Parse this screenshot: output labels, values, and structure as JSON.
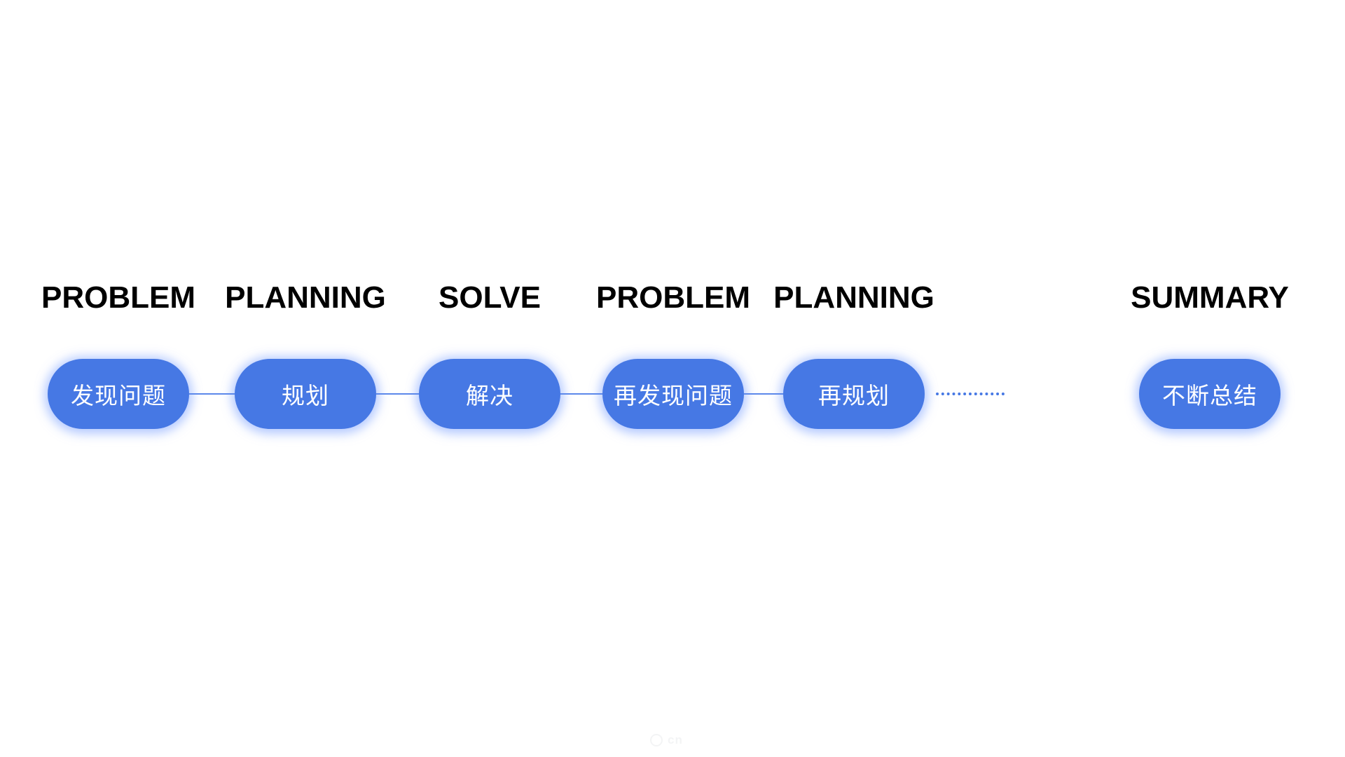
{
  "page": {
    "background": "#ffffff"
  },
  "colors": {
    "node_fill": "#4678E4",
    "node_text": "#ffffff",
    "connector_solid": "#5C88EA",
    "connector_dotted": "#4678E4",
    "heading_text": "#000000",
    "node_glow": "rgba(158,186,255,0.5)"
  },
  "steps": [
    {
      "heading": "PROBLEM",
      "label": "发现问题",
      "connector_after": "solid"
    },
    {
      "heading": "PLANNING",
      "label": "规划",
      "connector_after": "solid"
    },
    {
      "heading": "SOLVE",
      "label": "解决",
      "connector_after": "solid"
    },
    {
      "heading": "PROBLEM",
      "label": "再发现问题",
      "connector_after": "solid"
    },
    {
      "heading": "PLANNING",
      "label": "再规划",
      "connector_after": "dotted"
    },
    {
      "heading": "SUMMARY",
      "label": "不断总结",
      "connector_after": "none"
    }
  ],
  "watermark": {
    "text": "cn"
  }
}
